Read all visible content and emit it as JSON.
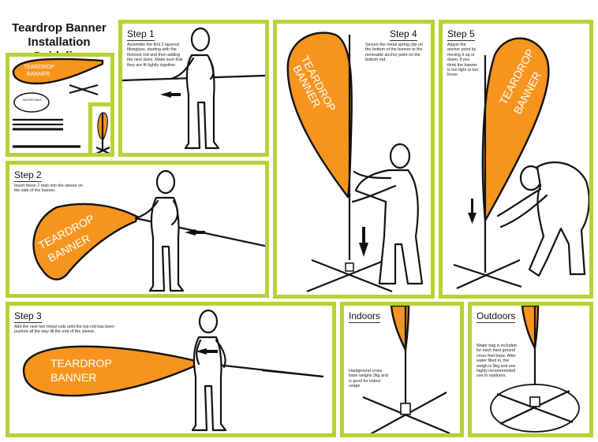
{
  "title": {
    "line1": "Teardrop Banner",
    "line2": "Installation Guideline"
  },
  "parts_panel": {
    "flag_text_1": "TEARDROP",
    "flag_text_2": "BANNER"
  },
  "step1": {
    "heading": "Step 1",
    "text": "Assemble the first 2 tapered fibreglass, starting with the thinnest rod and then adding the next sizes. Make sure that they are fit tightly together."
  },
  "step2": {
    "heading": "Step 2",
    "text": "Insert these 2 rods into the sleeve on the side of the banner.",
    "flag_text_1": "TEARDROP",
    "flag_text_2": "BANNER"
  },
  "step3": {
    "heading": "Step 3",
    "text": "Add the next two metal rods until the top rod has been pushed all the way till the end of the sleeve.",
    "flag_text_1": "TEARDROP",
    "flag_text_2": "BANNER"
  },
  "step4": {
    "heading": "Step 4",
    "text": "Secure the metal spring clip on the bottom of the banner to the moveable anchor point on the bottom rod.",
    "flag_text_1": "TEARDROP",
    "flag_text_2": "BANNER"
  },
  "step5": {
    "heading": "Step 5",
    "text": "Adjust the anchor point by moving it up or down, if you think the banner is too tight or too loose.",
    "flag_text_1": "TEARDROP",
    "flag_text_2": "BANNER"
  },
  "indoors": {
    "heading": "Indoors",
    "text": "Hardground cross base weighs 3kg and is good for indoor usage"
  },
  "outdoors": {
    "heading": "Outdoors",
    "text": "Water bag is included for each hard ground cross feet base. After water filled in, the weigh is 9kg and see highly recommended use in outdoors."
  },
  "colors": {
    "frame": "#b6d334",
    "flag": "#f7941d"
  }
}
